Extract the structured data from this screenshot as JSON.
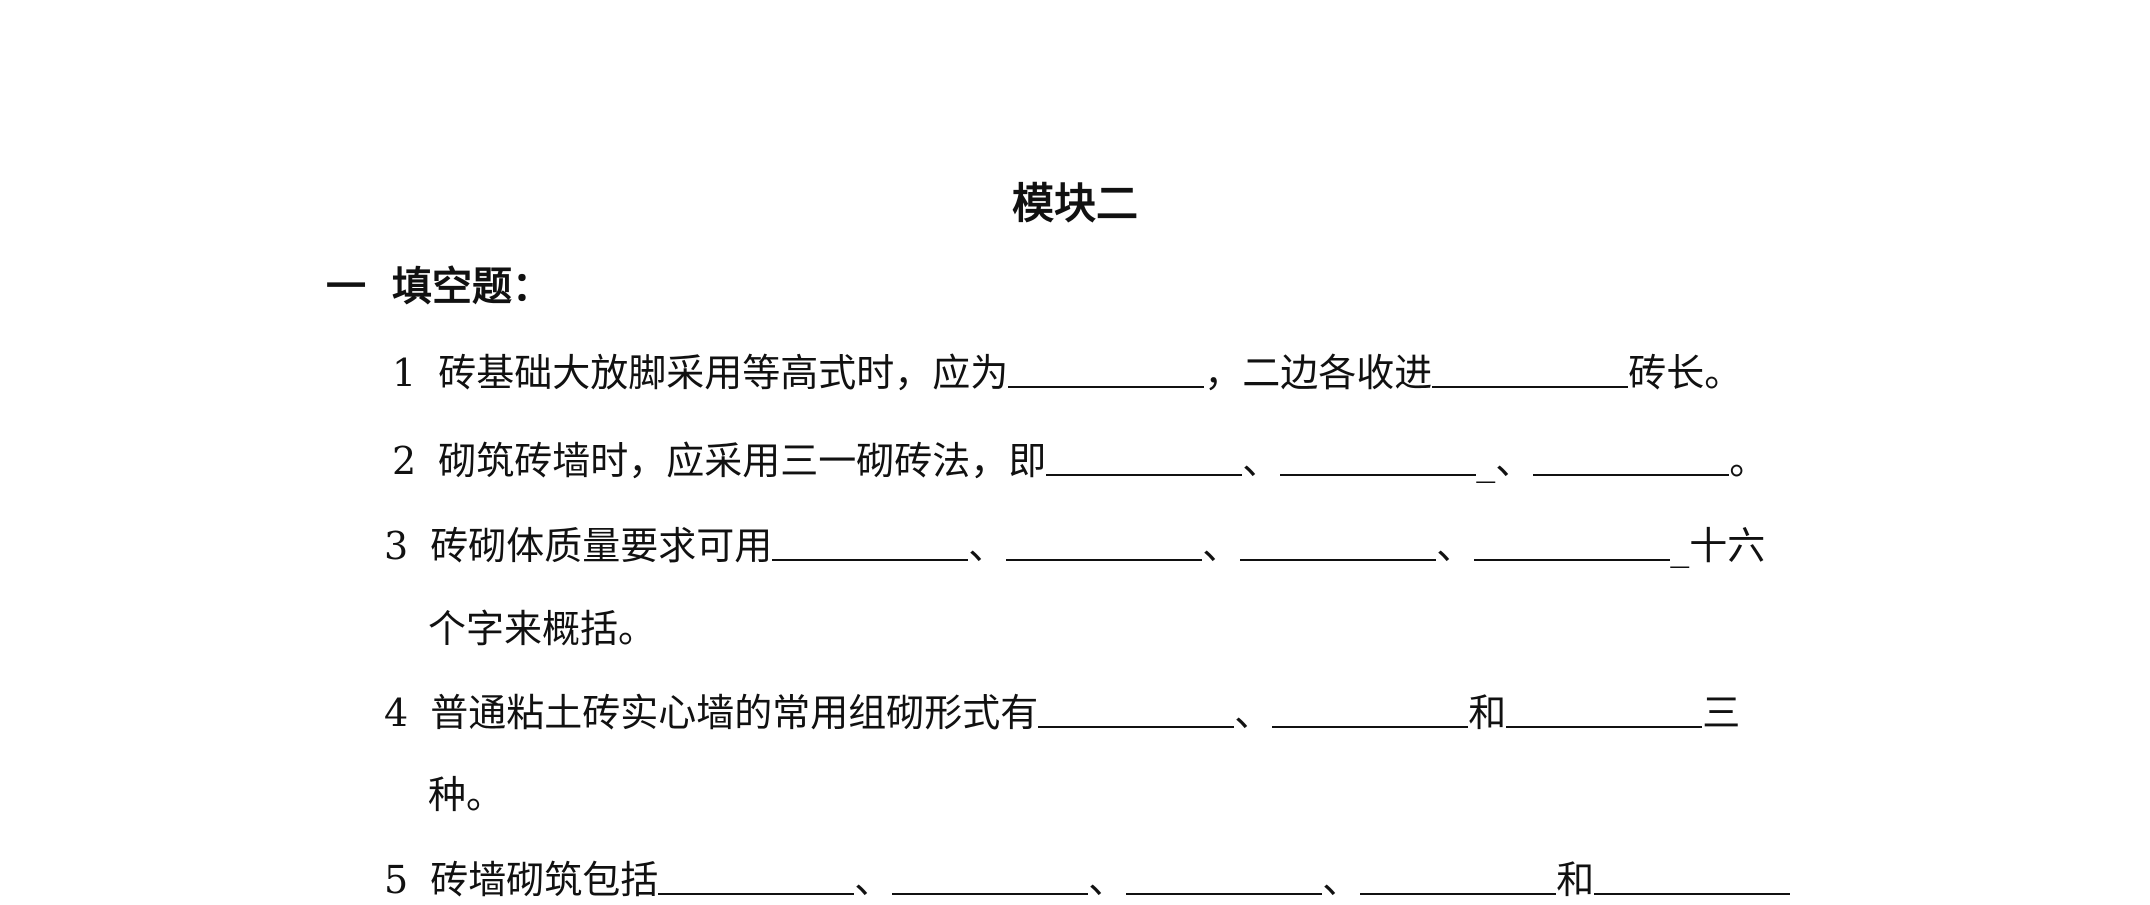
{
  "document": {
    "title": "模块二",
    "section": {
      "number": "一",
      "heading": "填空题："
    },
    "questions": [
      {
        "number": "1",
        "t1": "砖基础大放脚采用等高式时，应为",
        "t2": "，二边各收进",
        "t3": "砖长。"
      },
      {
        "number": "2",
        "t1": "砌筑砖墙时，应采用三一砌砖法，即",
        "t2": "、",
        "t3": "_、",
        "t4": "。"
      },
      {
        "number": "3",
        "t1": "砖砌体质量要求可用",
        "t2": "、",
        "t3": "、",
        "t4": "、",
        "t5": "_十六",
        "cont": "个字来概括。"
      },
      {
        "number": "4",
        "t1": "普通粘土砖实心墙的常用组砌形式有",
        "t2": "、",
        "t3": "和",
        "t4": "三",
        "cont": "种。"
      },
      {
        "number": "5",
        "t1": "砖墙砌筑包括",
        "t2": "、",
        "t3": "、",
        "t4": "、",
        "t5": "和"
      }
    ]
  }
}
